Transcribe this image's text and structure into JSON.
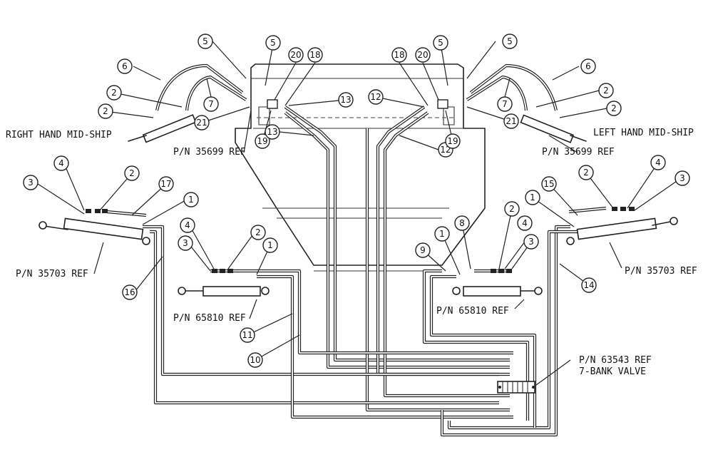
{
  "labels": {
    "right_midship": "RIGHT HAND MID-SHIP",
    "left_midship": "LEFT HAND MID-SHIP",
    "pn_35699_left": "P/N 35699 REF",
    "pn_35699_right": "P/N 35699 REF",
    "pn_35703_left": "P/N 35703 REF",
    "pn_35703_right": "P/N 35703 REF",
    "pn_65810_left": "P/N 65810 REF",
    "pn_65810_right": "P/N 65810 REF",
    "pn_63543": "P/N 63543 REF",
    "valve": "7-BANK VALVE"
  },
  "callouts": [
    "1",
    "2",
    "3",
    "4",
    "5",
    "6",
    "7",
    "8",
    "9",
    "10",
    "11",
    "12",
    "13",
    "14",
    "15",
    "16",
    "17",
    "18",
    "19",
    "20",
    "21"
  ],
  "colors": {
    "line": "#222222",
    "background": "#ffffff"
  }
}
